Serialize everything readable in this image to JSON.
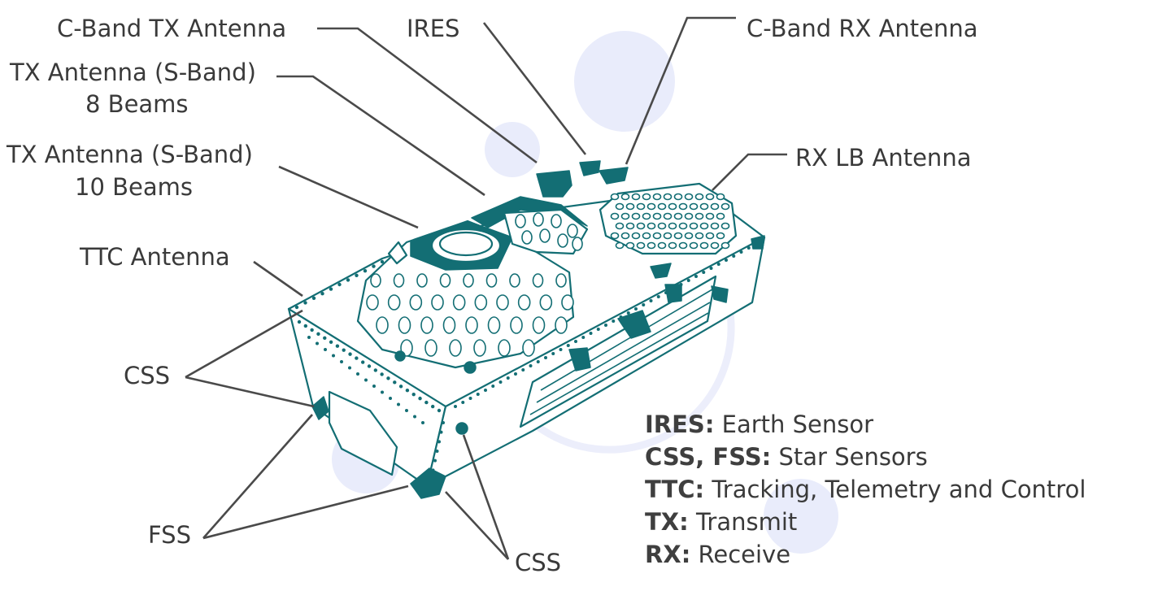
{
  "labels": {
    "c_band_tx": "C-Band TX Antenna",
    "ires": "IRES",
    "c_band_rx": "C-Band RX Antenna",
    "tx_s8_line1": "TX Antenna (S-Band)",
    "tx_s8_line2": "8 Beams",
    "tx_s10_line1": "TX Antenna (S-Band)",
    "tx_s10_line2": "10 Beams",
    "rx_lb": "RX LB Antenna",
    "ttc": "TTC Antenna",
    "css_left": "CSS",
    "fss": "FSS",
    "css_bottom": "CSS"
  },
  "legend": [
    {
      "key": "IRES:",
      "value": " Earth Sensor"
    },
    {
      "key": "CSS, FSS:",
      "value": " Star Sensors"
    },
    {
      "key": "TTC:",
      "value": " Tracking, Telemetry and Control"
    },
    {
      "key": "TX:",
      "value": " Transmit"
    },
    {
      "key": "RX:",
      "value": " Receive"
    }
  ],
  "colors": {
    "satellite": "#136e74",
    "leader_lines": "#4a4a4a",
    "text": "#3a3a3a",
    "decoration": "#e9ecfb"
  }
}
